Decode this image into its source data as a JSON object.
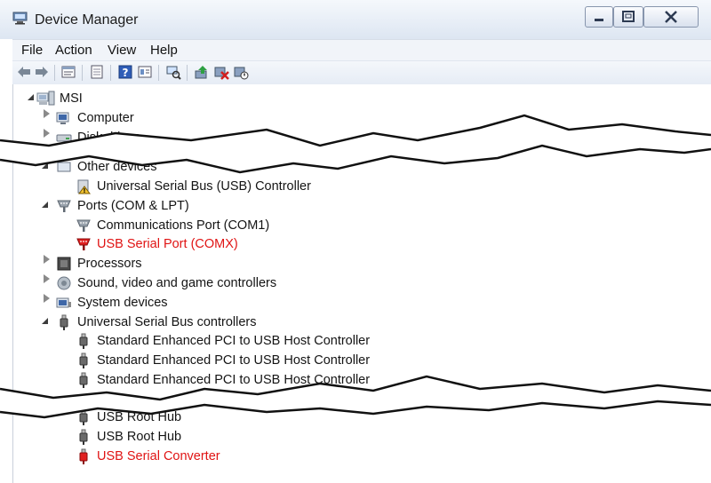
{
  "window": {
    "title": "Device Manager"
  },
  "menu": [
    "File",
    "Action",
    "View",
    "Help"
  ],
  "toolbar_icons": [
    "back-arrow-icon",
    "forward-arrow-icon",
    "properties-icon",
    "show-hide-icon",
    "help-icon",
    "details-icon",
    "scan-hardware-icon",
    "update-driver-icon",
    "uninstall-icon",
    "disable-icon"
  ],
  "tree": {
    "root": "MSI",
    "rows": [
      {
        "label": "Computer",
        "icon": "computer-icon",
        "level": 1,
        "expander": "closed",
        "error": false
      },
      {
        "label": "Disk drives",
        "icon": "disk-drive-icon",
        "level": 1,
        "expander": "closed",
        "error": false
      },
      {
        "label": "Other devices",
        "icon": "other-devices-icon",
        "level": 1,
        "expander": "open",
        "error": false
      },
      {
        "label": "Universal Serial Bus (USB) Controller",
        "icon": "warning-device-icon",
        "level": 2,
        "expander": "none",
        "error": false
      },
      {
        "label": "Ports (COM & LPT)",
        "icon": "port-icon",
        "level": 1,
        "expander": "open",
        "error": false
      },
      {
        "label": "Communications Port (COM1)",
        "icon": "port-icon",
        "level": 2,
        "expander": "none",
        "error": false
      },
      {
        "label": "USB Serial Port (COMX)",
        "icon": "port-icon-red",
        "level": 2,
        "expander": "none",
        "error": true
      },
      {
        "label": "Processors",
        "icon": "processor-icon",
        "level": 1,
        "expander": "closed",
        "error": false
      },
      {
        "label": "Sound, video and game controllers",
        "icon": "sound-icon",
        "level": 1,
        "expander": "closed",
        "error": false
      },
      {
        "label": "System devices",
        "icon": "system-devices-icon",
        "level": 1,
        "expander": "closed",
        "error": false
      },
      {
        "label": "Universal Serial Bus controllers",
        "icon": "usb-icon",
        "level": 1,
        "expander": "open",
        "error": false
      },
      {
        "label": "Standard Enhanced PCI to USB Host Controller",
        "icon": "usb-icon",
        "level": 2,
        "expander": "none",
        "error": false
      },
      {
        "label": "Standard Enhanced PCI to USB Host Controller",
        "icon": "usb-icon",
        "level": 2,
        "expander": "none",
        "error": false
      },
      {
        "label": "Standard Enhanced PCI to USB Host Controller",
        "icon": "usb-icon",
        "level": 2,
        "expander": "none",
        "error": false
      },
      {
        "label": "USB Root Hub",
        "icon": "usb-icon",
        "level": 2,
        "expander": "none",
        "error": false
      },
      {
        "label": "USB Root Hub",
        "icon": "usb-icon",
        "level": 2,
        "expander": "none",
        "error": false
      },
      {
        "label": "USB Serial Converter",
        "icon": "usb-icon-red",
        "level": 2,
        "expander": "none",
        "error": true
      }
    ]
  },
  "colors": {
    "error_text": "#e01414",
    "title_bar": "#dde6f2"
  }
}
